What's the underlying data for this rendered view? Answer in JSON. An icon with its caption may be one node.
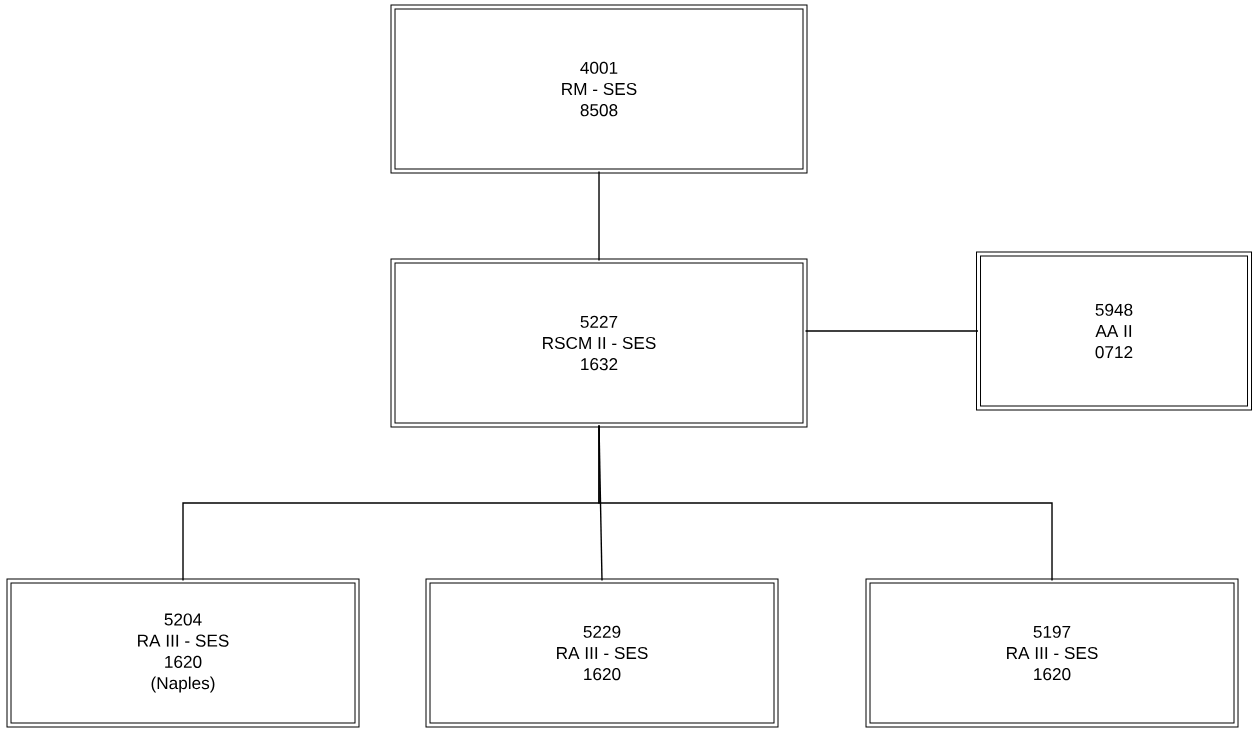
{
  "diagram": {
    "nodes": [
      {
        "text": [
          "4001",
          "RM - SES",
          "8508"
        ]
      },
      {
        "text": [
          "5227",
          "RSCM II - SES",
          "1632"
        ]
      },
      {
        "text": [
          "5948",
          "AA II",
          "0712"
        ]
      },
      {
        "text": [
          "5204",
          "RA III - SES",
          "1620",
          "(Naples)"
        ]
      },
      {
        "text": [
          "5229",
          "RA III - SES",
          "1620"
        ]
      },
      {
        "text": [
          "5197",
          "RA III - SES",
          "1620"
        ]
      }
    ],
    "edges": [
      {
        "from": 0,
        "to": 1,
        "arrow": "none"
      },
      {
        "from": 1,
        "to": 2,
        "arrow": "none"
      },
      {
        "from": 1,
        "to": 3,
        "arrow": "none"
      },
      {
        "from": 1,
        "to": 4,
        "arrow": "none"
      },
      {
        "from": 1,
        "to": 5,
        "arrow": "none"
      }
    ]
  }
}
